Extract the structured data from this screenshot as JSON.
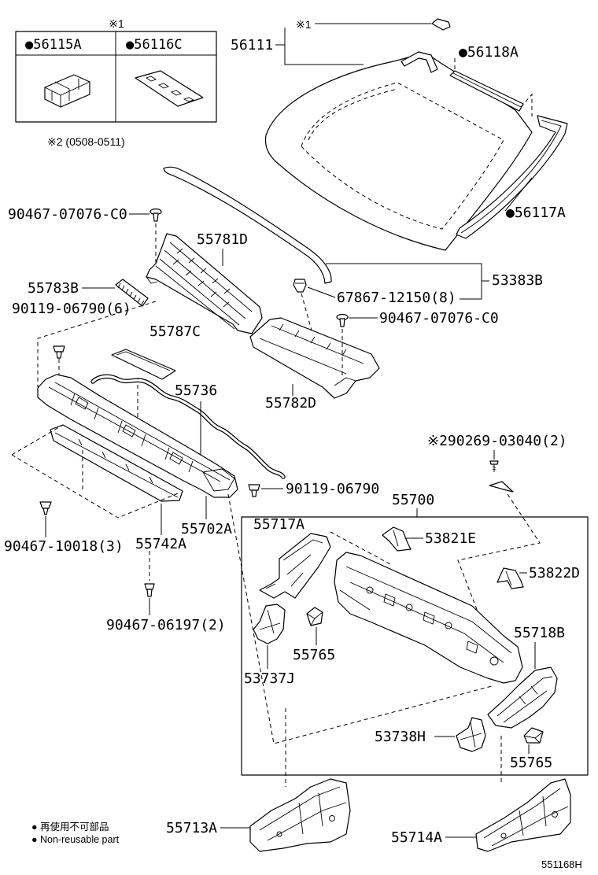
{
  "inset": {
    "marker": "※1",
    "left_label": "●56115A",
    "right_label": "●56116C",
    "note": "※2 (0508-0511)"
  },
  "callouts": [
    "56111",
    "※1",
    "●56118A",
    "●56117A",
    "90467-07076-C0",
    "55781D",
    "55783B",
    "90119-06790(6)",
    "53383B",
    "67867-12150(8)",
    "90467-07076-C0",
    "55787C",
    "55736",
    "55782D",
    "※290269-03040(2)",
    "90119-06790",
    "55700",
    "55717A",
    "53821E",
    "55702A",
    "90467-10018(3)",
    "55742A",
    "53822D",
    "90467-06197(2)",
    "55718B",
    "55765",
    "53737J",
    "53738H",
    "55765",
    "55713A",
    "55714A"
  ],
  "legend": [
    "● 再使用不可部品",
    "● Non-reusable part"
  ],
  "figure_code": "551168H"
}
